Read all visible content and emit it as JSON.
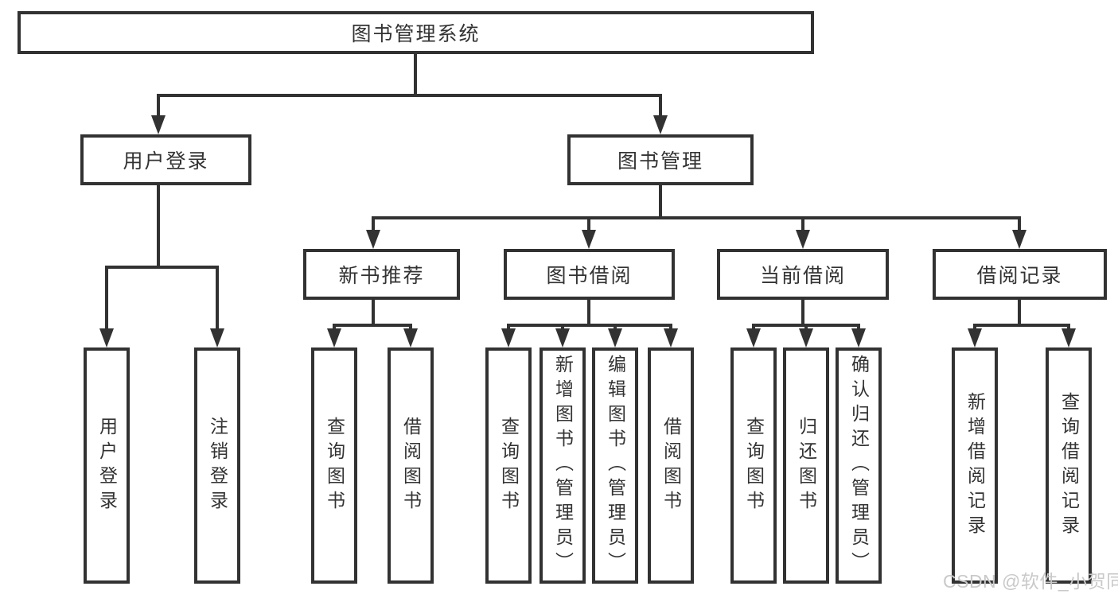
{
  "diagram": {
    "root": {
      "label": "图书管理系统"
    },
    "level2": [
      {
        "label": "用户登录"
      },
      {
        "label": "图书管理"
      }
    ],
    "level3": [
      {
        "label": "新书推荐"
      },
      {
        "label": "图书借阅"
      },
      {
        "label": "当前借阅"
      },
      {
        "label": "借阅记录"
      }
    ],
    "leaf_groups": {
      "user_login": [
        "用户登录",
        "注销登录"
      ],
      "new_book_recommend": [
        "查询图书",
        "借阅图书"
      ],
      "book_borrow": [
        "查询图书",
        "新增图书（管理员）",
        "编辑图书（管理员）",
        "借阅图书"
      ],
      "current_borrow": [
        "查询图书",
        "归还图书",
        "确认归还（管理员）"
      ],
      "borrow_records": [
        "新增借阅记录",
        "查询借阅记录"
      ]
    }
  },
  "watermark": {
    "text": "CSDN @软件_小贺同学",
    "color": "#c9c9c9"
  },
  "colors": {
    "line": "#323232",
    "text": "#333333",
    "background": "#ffffff"
  }
}
